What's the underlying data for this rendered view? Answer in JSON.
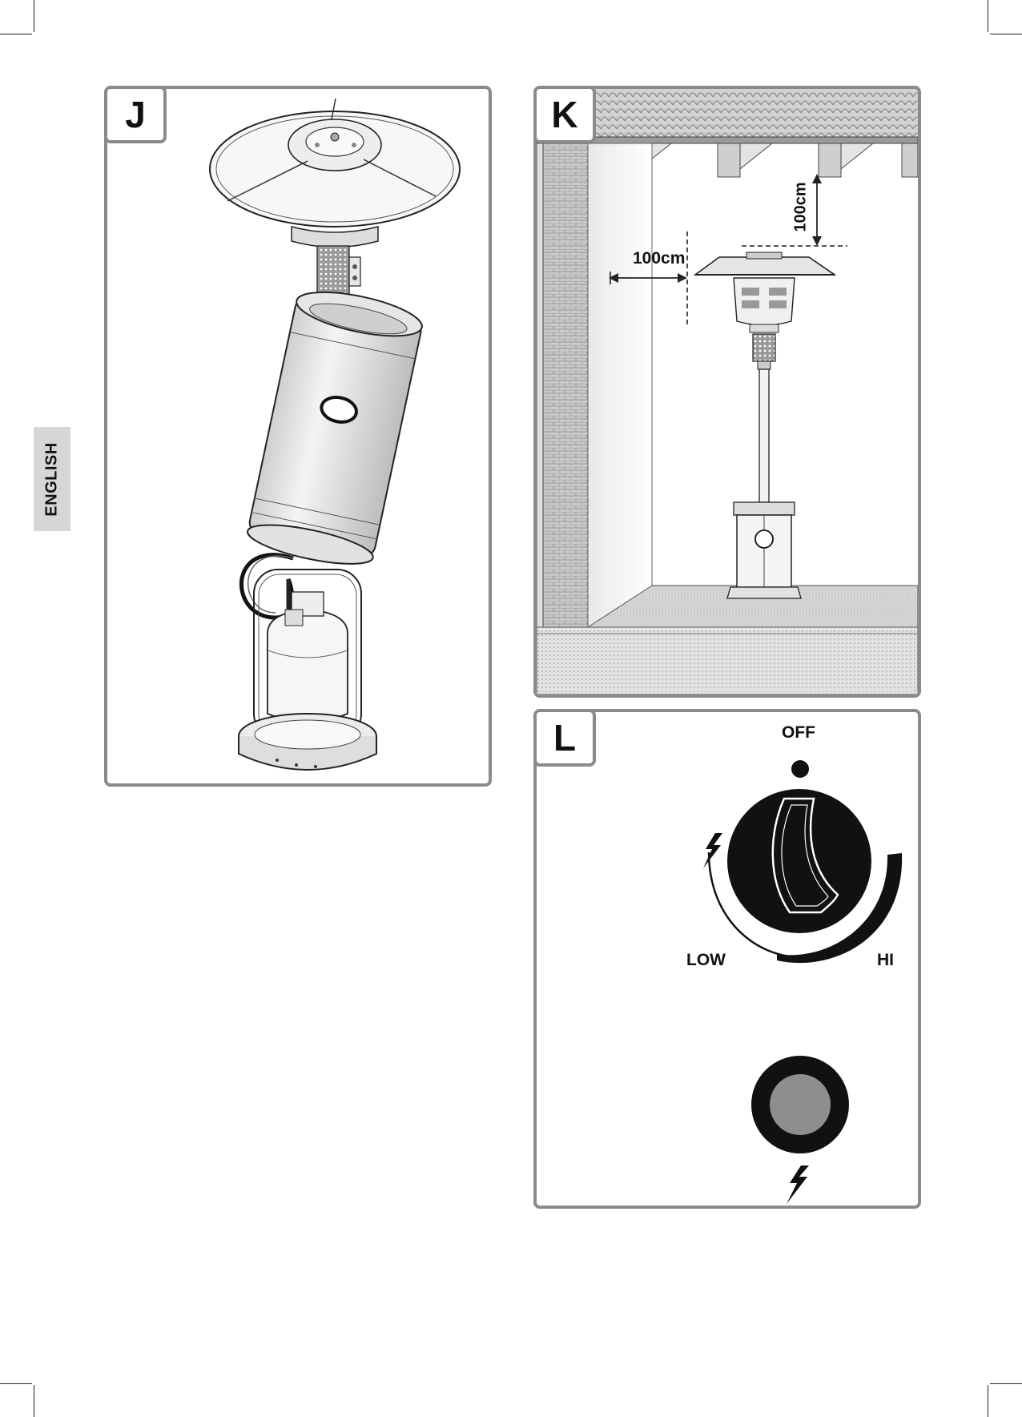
{
  "side_tab": {
    "label": "ENGLISH"
  },
  "panels": {
    "j": {
      "letter": "J"
    },
    "k": {
      "letter": "K",
      "dim_horizontal": "100cm",
      "dim_vertical": "100cm"
    },
    "l": {
      "letter": "L",
      "off": "OFF",
      "low": "LOW",
      "hi": "HI"
    }
  }
}
